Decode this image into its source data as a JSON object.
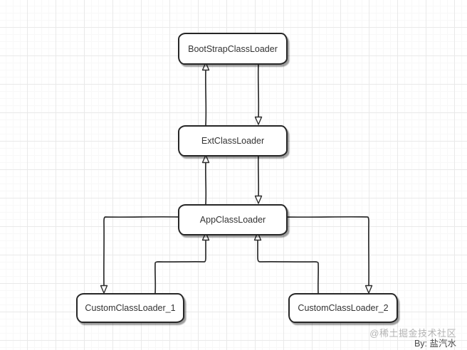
{
  "diagram": {
    "nodes": [
      {
        "id": "bootstrap",
        "label": "BootStrapClassLoader"
      },
      {
        "id": "ext",
        "label": "ExtClassLoader"
      },
      {
        "id": "app",
        "label": "AppClassLoader"
      },
      {
        "id": "custom1",
        "label": "CustomClassLoader_1"
      },
      {
        "id": "custom2",
        "label": "CustomClassLoader_2"
      }
    ],
    "edges": [
      {
        "from": "ExtClassLoader",
        "to": "BootStrapClassLoader"
      },
      {
        "from": "BootStrapClassLoader",
        "to": "ExtClassLoader"
      },
      {
        "from": "AppClassLoader",
        "to": "ExtClassLoader"
      },
      {
        "from": "ExtClassLoader",
        "to": "AppClassLoader"
      },
      {
        "from": "AppClassLoader",
        "to": "CustomClassLoader_1"
      },
      {
        "from": "CustomClassLoader_1",
        "to": "AppClassLoader"
      },
      {
        "from": "AppClassLoader",
        "to": "CustomClassLoader_2"
      },
      {
        "from": "CustomClassLoader_2",
        "to": "AppClassLoader"
      }
    ],
    "watermark": {
      "line1": "@稀土掘金技术社区",
      "line2": "By: 盐汽水"
    }
  },
  "colors": {
    "node_border": "#262626",
    "node_fill": "#ffffff",
    "edge_stroke": "#2e2e2e",
    "arrowhead_fill": "#ffffff",
    "grid_major": "#e9e9e9",
    "grid_minor": "#f8f8f8",
    "text": "#333333",
    "watermark_light": "#b3b3b3",
    "watermark_dark": "#4a4a4a"
  }
}
